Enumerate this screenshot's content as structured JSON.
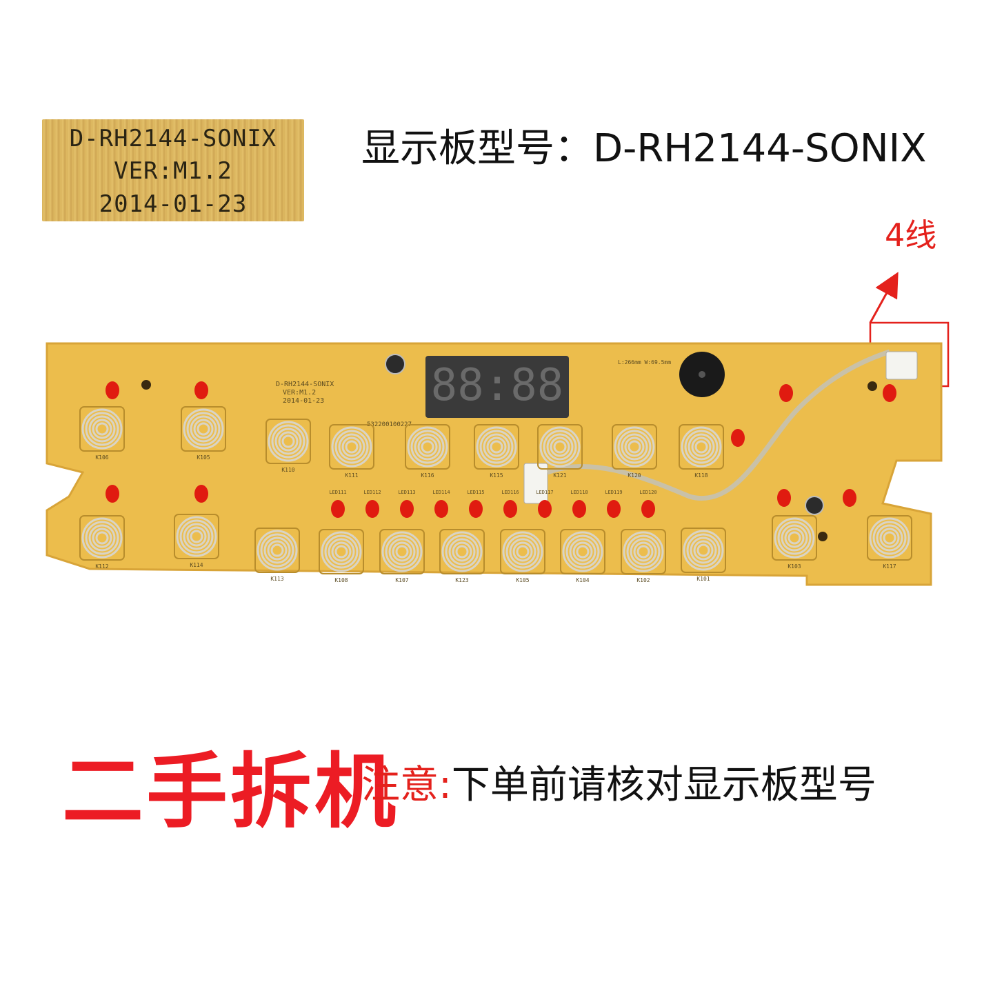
{
  "label_photo": {
    "line1": "D-RH2144-SONIX",
    "line2": "VER:M1.2",
    "line3": "2014-01-23"
  },
  "model_line": "显示板型号：D-RH2144-SONIX",
  "wire_note": "4线",
  "used_tag": "二手拆机",
  "notice": {
    "highlight": "注意:",
    "text": "下单前请核对显示板型号"
  },
  "board": {
    "display_digits": "88:88",
    "silk_model": "D-RH2144-SONIX",
    "silk_version": "VER:M1.2",
    "silk_date": "2014-01-23",
    "silk_code": "532200100227",
    "silk_dims": "L:266mm W:69.5mm",
    "top_keys": [
      "K106",
      "K105",
      "K110",
      "K111",
      "K116",
      "K115",
      "K121",
      "K120",
      "K118"
    ],
    "bottom_keys": [
      "K112",
      "K114",
      "K113",
      "K108",
      "K107",
      "K123",
      "K105",
      "K104",
      "K102",
      "K101",
      "K103",
      "K117"
    ],
    "led_row": [
      "LED111",
      "LED112",
      "LED113",
      "LED114",
      "LED115",
      "LED116",
      "LED117",
      "LED118",
      "LED119",
      "LED120"
    ],
    "colors": {
      "pcb": "#ecbd4c",
      "pcb_edge": "#d8a438",
      "led": "#e01b10",
      "accent_red": "#e4211c"
    }
  }
}
